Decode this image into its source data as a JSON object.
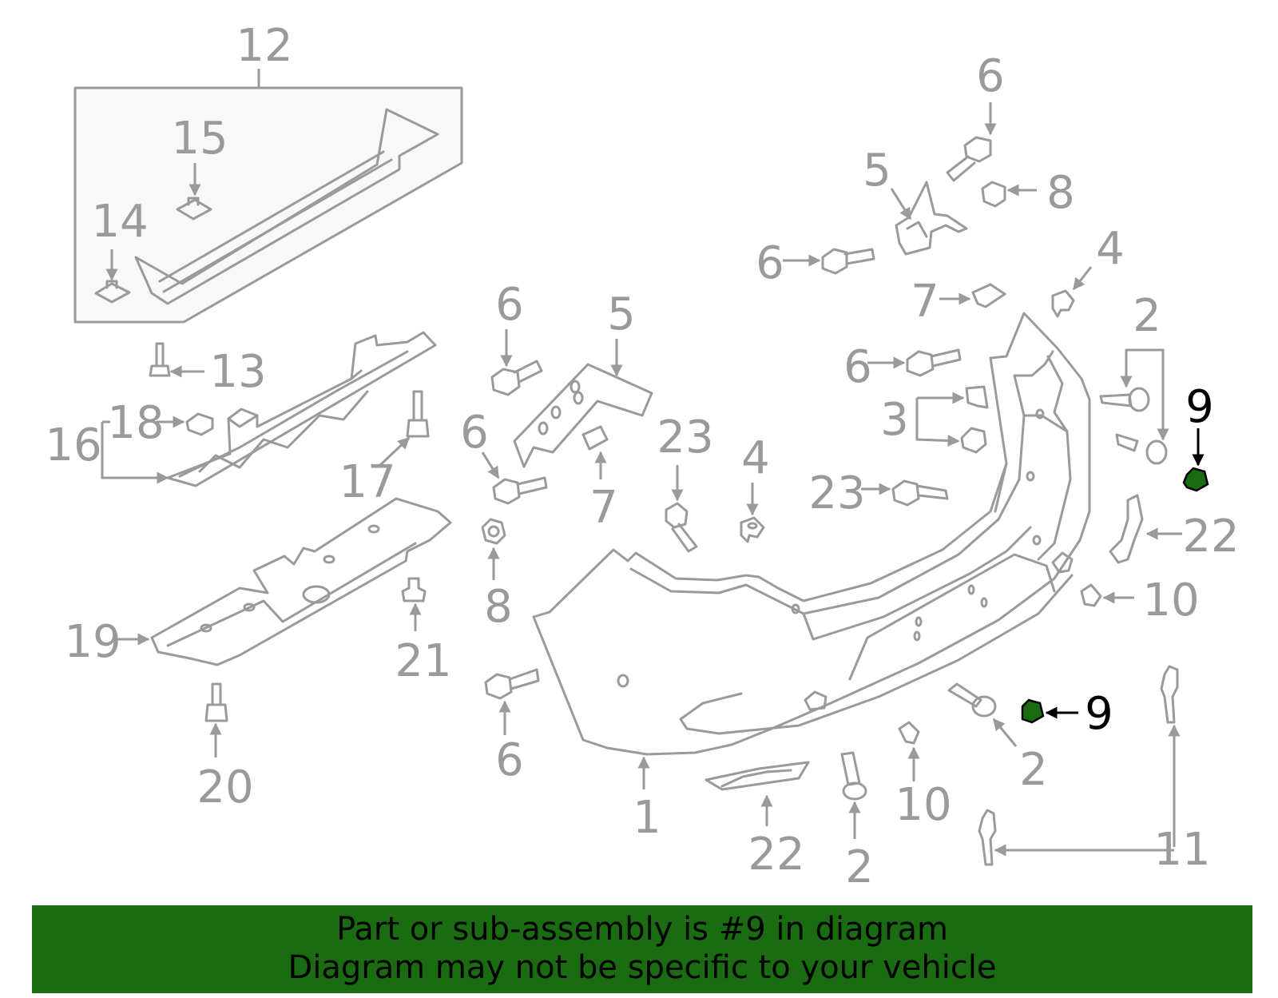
{
  "colors": {
    "part_line": "#9a9a9a",
    "highlight_fill": "#1a6b12",
    "highlight_text": "#000000",
    "banner_background": "#1a6b12"
  },
  "callouts": {
    "c12": "12",
    "c15": "15",
    "c14": "14",
    "c13": "13",
    "c18": "18",
    "c16": "16",
    "c17": "17",
    "c19": "19",
    "c21": "21",
    "c20": "20",
    "c6a": "6",
    "c5a": "5",
    "c6b": "6",
    "c7a": "7",
    "c8a": "8",
    "c6c": "6",
    "c23a": "23",
    "c4a": "4",
    "c1": "1",
    "c22a": "22",
    "c6d": "6",
    "c5b": "5",
    "c8b": "8",
    "c6e": "6",
    "c4b": "4",
    "c7b": "7",
    "c6f": "6",
    "c3": "3",
    "c23b": "23",
    "c2a": "2",
    "c2b": "2",
    "c2c": "2",
    "c22b": "22",
    "c10a": "10",
    "c10b": "10",
    "c11": "11",
    "c9a": "9",
    "c9b": "9"
  },
  "highlighted_part": "9",
  "banner": {
    "line1": "Part or sub-assembly is #9 in diagram",
    "line2": "Diagram may not be specific to your vehicle"
  }
}
